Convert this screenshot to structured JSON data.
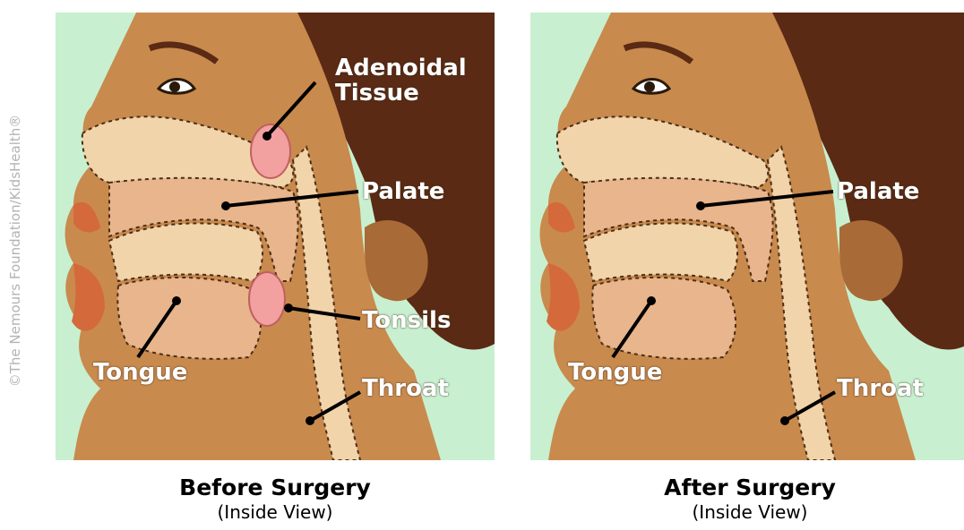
{
  "copyright": "©The Nemours Foundation/KidsHealth®",
  "colors": {
    "background_green": "#c8f0d0",
    "skin": "#c98a4e",
    "skin_dark": "#a86a36",
    "hair": "#5a2a14",
    "cavity_light": "#f2d4aa",
    "cavity_mid": "#e8b58c",
    "tissue_pink": "#f2a0a0",
    "lips": "#d4693c"
  },
  "panels": [
    {
      "caption": "Before Surgery",
      "subcaption": "(Inside View)",
      "labels": {
        "adenoidal": "Adenoidal\nTissue",
        "palate": "Palate",
        "tonsils": "Tonsils",
        "tongue": "Tongue",
        "throat": "Throat"
      }
    },
    {
      "caption": "After Surgery",
      "subcaption": "(Inside View)",
      "labels": {
        "palate": "Palate",
        "tongue": "Tongue",
        "throat": "Throat"
      }
    }
  ]
}
